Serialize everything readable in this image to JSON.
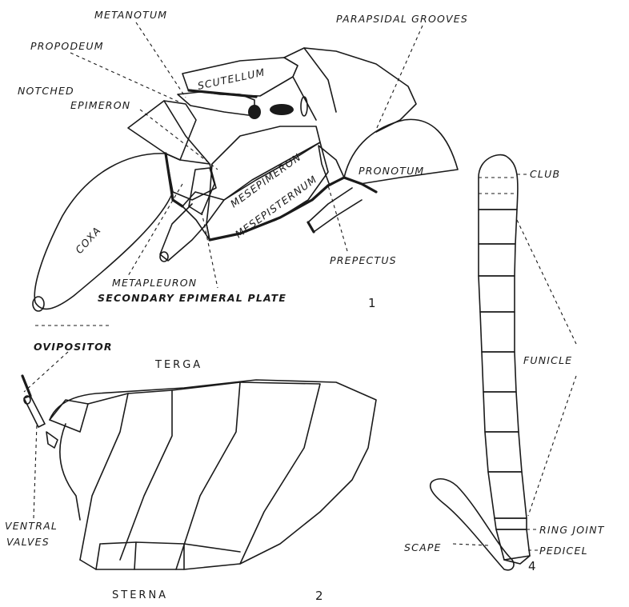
{
  "figure": {
    "labels": {
      "metanotum": "METANOTUM",
      "parapsidal_grooves": "PARAPSIDAL GROOVES",
      "propodeum": "PROPODEUM",
      "scutellum": "SCUTELLUM",
      "notched": "NOTCHED",
      "epimeron": "EPIMERON",
      "mesepimeron": "MESEPIMERON",
      "mesepisternum": "MESEPISTERNUM",
      "pronotum": "PRONOTUM",
      "coxa": "COXA",
      "prepectus": "PREPECTUS",
      "metapleuron": "METAPLEURON",
      "secondary_epimeral_plate": "SECONDARY EPIMERAL PLATE",
      "ovipositor": "OVIPOSITOR",
      "terga": "TERGA",
      "sterna": "STERNA",
      "ventral": "VENTRAL",
      "valves": "VALVES",
      "club": "CLUB",
      "funicle": "FUNICLE",
      "ring_joint": "RING JOINT",
      "scape": "SCAPE",
      "pedicel": "PEDICEL"
    },
    "numbers": {
      "fig1": "1",
      "fig2": "2",
      "fig4": "4"
    }
  }
}
